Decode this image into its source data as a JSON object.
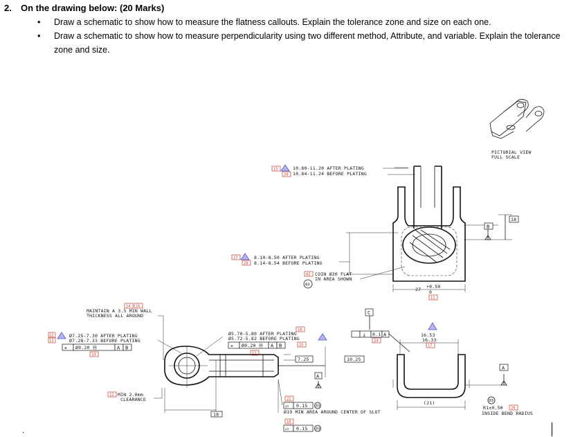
{
  "question": {
    "number": "2.",
    "heading": "On the drawing below: (20 Marks)",
    "bullets": [
      "Draw a schematic to show how to measure the flatness callouts. Explain the tolerance zone and size on each one.",
      "Draw a schematic to show how to measure perpendicularity using two different method, Attribute, and variable. Explain the tolerance zone and size."
    ]
  },
  "drawing": {
    "pictorial_view": [
      "PICTORIAL VIEW",
      "FULL SCALE"
    ],
    "plating_top": [
      "10.80-11.20 AFTER PLATING",
      "10.84-11.24 BEFORE PLATING"
    ],
    "plating_mid": [
      "8.10-8.50 AFTER PLATING",
      "8.14-8.54 BEFORE PLATING"
    ],
    "coin_note": [
      "COIN Ø20 FLAT",
      "IN AREA SHOWN"
    ],
    "note_03": "03",
    "dim_27": "27",
    "tol_27_upper": "+0.50",
    "tol_27_lower": "0",
    "maintain_wall": [
      "MAINTAIN A 3.5 MIN WALL",
      "THICKNESS ALL AROUND"
    ],
    "left_plating": [
      "Ø7.25-7.30 AFTER PLATING",
      "Ø7.28-7.33 BEFORE PLATING"
    ],
    "left_fcf": [
      "⌖",
      "Ø0.20 Ⓜ",
      "A",
      "B"
    ],
    "mid_plating": [
      "Ø5.70-5.80 AFTER PLATING",
      "Ø5.72-5.82 BEFORE PLATING"
    ],
    "mid_fcf": [
      "⌖",
      "Ø0.20 Ⓜ",
      "A",
      "B"
    ],
    "datum_c": "C",
    "perp_fcf": [
      "⊥",
      "0.1",
      "A"
    ],
    "dim_16": [
      "16.53",
      "16.33"
    ],
    "dim_7_25": "7.25",
    "dim_10_25": "10.25",
    "datum_a": "A",
    "datum_b": "B",
    "dim_18_right": "18",
    "dim_18_bottom": "18",
    "dim_21": "(21)",
    "min_clearance": [
      "MIN 2.0mm",
      "CLEARANCE"
    ],
    "flatness_1": [
      "⏥",
      "0.15",
      "03"
    ],
    "flat_area_note": "Ø19 MIN AREA AROUND CENTER OF SLOT",
    "flatness_2": [
      "⏥",
      "0.15",
      "03"
    ],
    "bend_radius": [
      "R1±0.50",
      "INSIDE BEND RADIUS"
    ],
    "ref_tags": [
      "15",
      "14",
      "20",
      "27",
      "28",
      "02",
      "16",
      "19",
      "22",
      "13",
      "17",
      "23",
      "18",
      "24",
      "25",
      "11",
      "12",
      "26",
      "21",
      "10"
    ]
  },
  "end_mark": "."
}
